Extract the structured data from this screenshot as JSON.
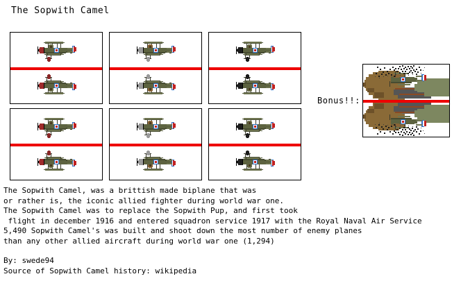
{
  "page": {
    "title": "The Sopwith Camel",
    "background_color": "#ffffff",
    "text_color": "#000000",
    "divider_color": "#ee0000",
    "border_color": "#000000"
  },
  "panels": {
    "columns": 3,
    "rows": 2,
    "variants": [
      {
        "id": "red-cowl",
        "name": "Sopwith Camel red cowling",
        "cowl_color": "#9e2b2b",
        "wheel_color": "#8a2727",
        "body_color": "#5d6340",
        "cockpit_color": "#6b6f4a"
      },
      {
        "id": "silver-cowl",
        "name": "Sopwith Camel silver cowling",
        "cowl_color": "#9a9a9a",
        "wheel_color": "#9a9a9a",
        "body_color": "#5d6340",
        "cockpit_color": "#8a6436"
      },
      {
        "id": "black-cowl",
        "name": "Sopwith Camel black cowling",
        "cowl_color": "#1c1c1c",
        "wheel_color": "#1c1c1c",
        "body_color": "#5d6340",
        "cockpit_color": "#6b6f4a"
      }
    ],
    "grid_order": [
      "red-cowl",
      "silver-cowl",
      "black-cowl",
      "red-cowl",
      "silver-cowl",
      "black-cowl"
    ],
    "roundel": {
      "outer_color": "#2f6fc4",
      "middle_color": "#ffffff",
      "inner_color": "#c02020"
    },
    "tail_flash": {
      "blue": "#2f6fc4",
      "white": "#ffffff",
      "red": "#c02020"
    }
  },
  "bonus": {
    "label": "Bonus!!:",
    "name": "crashing sopwith camel explosion",
    "dirt_color": "#8a6a37",
    "foliage_color": "#7d8760",
    "smoke_color": "#555555",
    "debris_color": "#1a1a1a"
  },
  "body": {
    "lines": [
      "The Sopwith Camel, was a brittish made biplane that was",
      "or rather is, the iconic allied fighter during world war one.",
      "The Sopwith Camel was to replace the Sopwith Pup, and first took",
      " flight in december 1916 and entered squadron service 1917 with the Royal Naval Air Service",
      "5,490 Sopwith Camel's was built and shoot down the most number of enemy planes",
      "than any other allied aircraft during world war one (1,294)"
    ]
  },
  "footer": {
    "lines": [
      "By: swede94",
      "Source of Sopwith Camel history: wikipedia"
    ]
  }
}
